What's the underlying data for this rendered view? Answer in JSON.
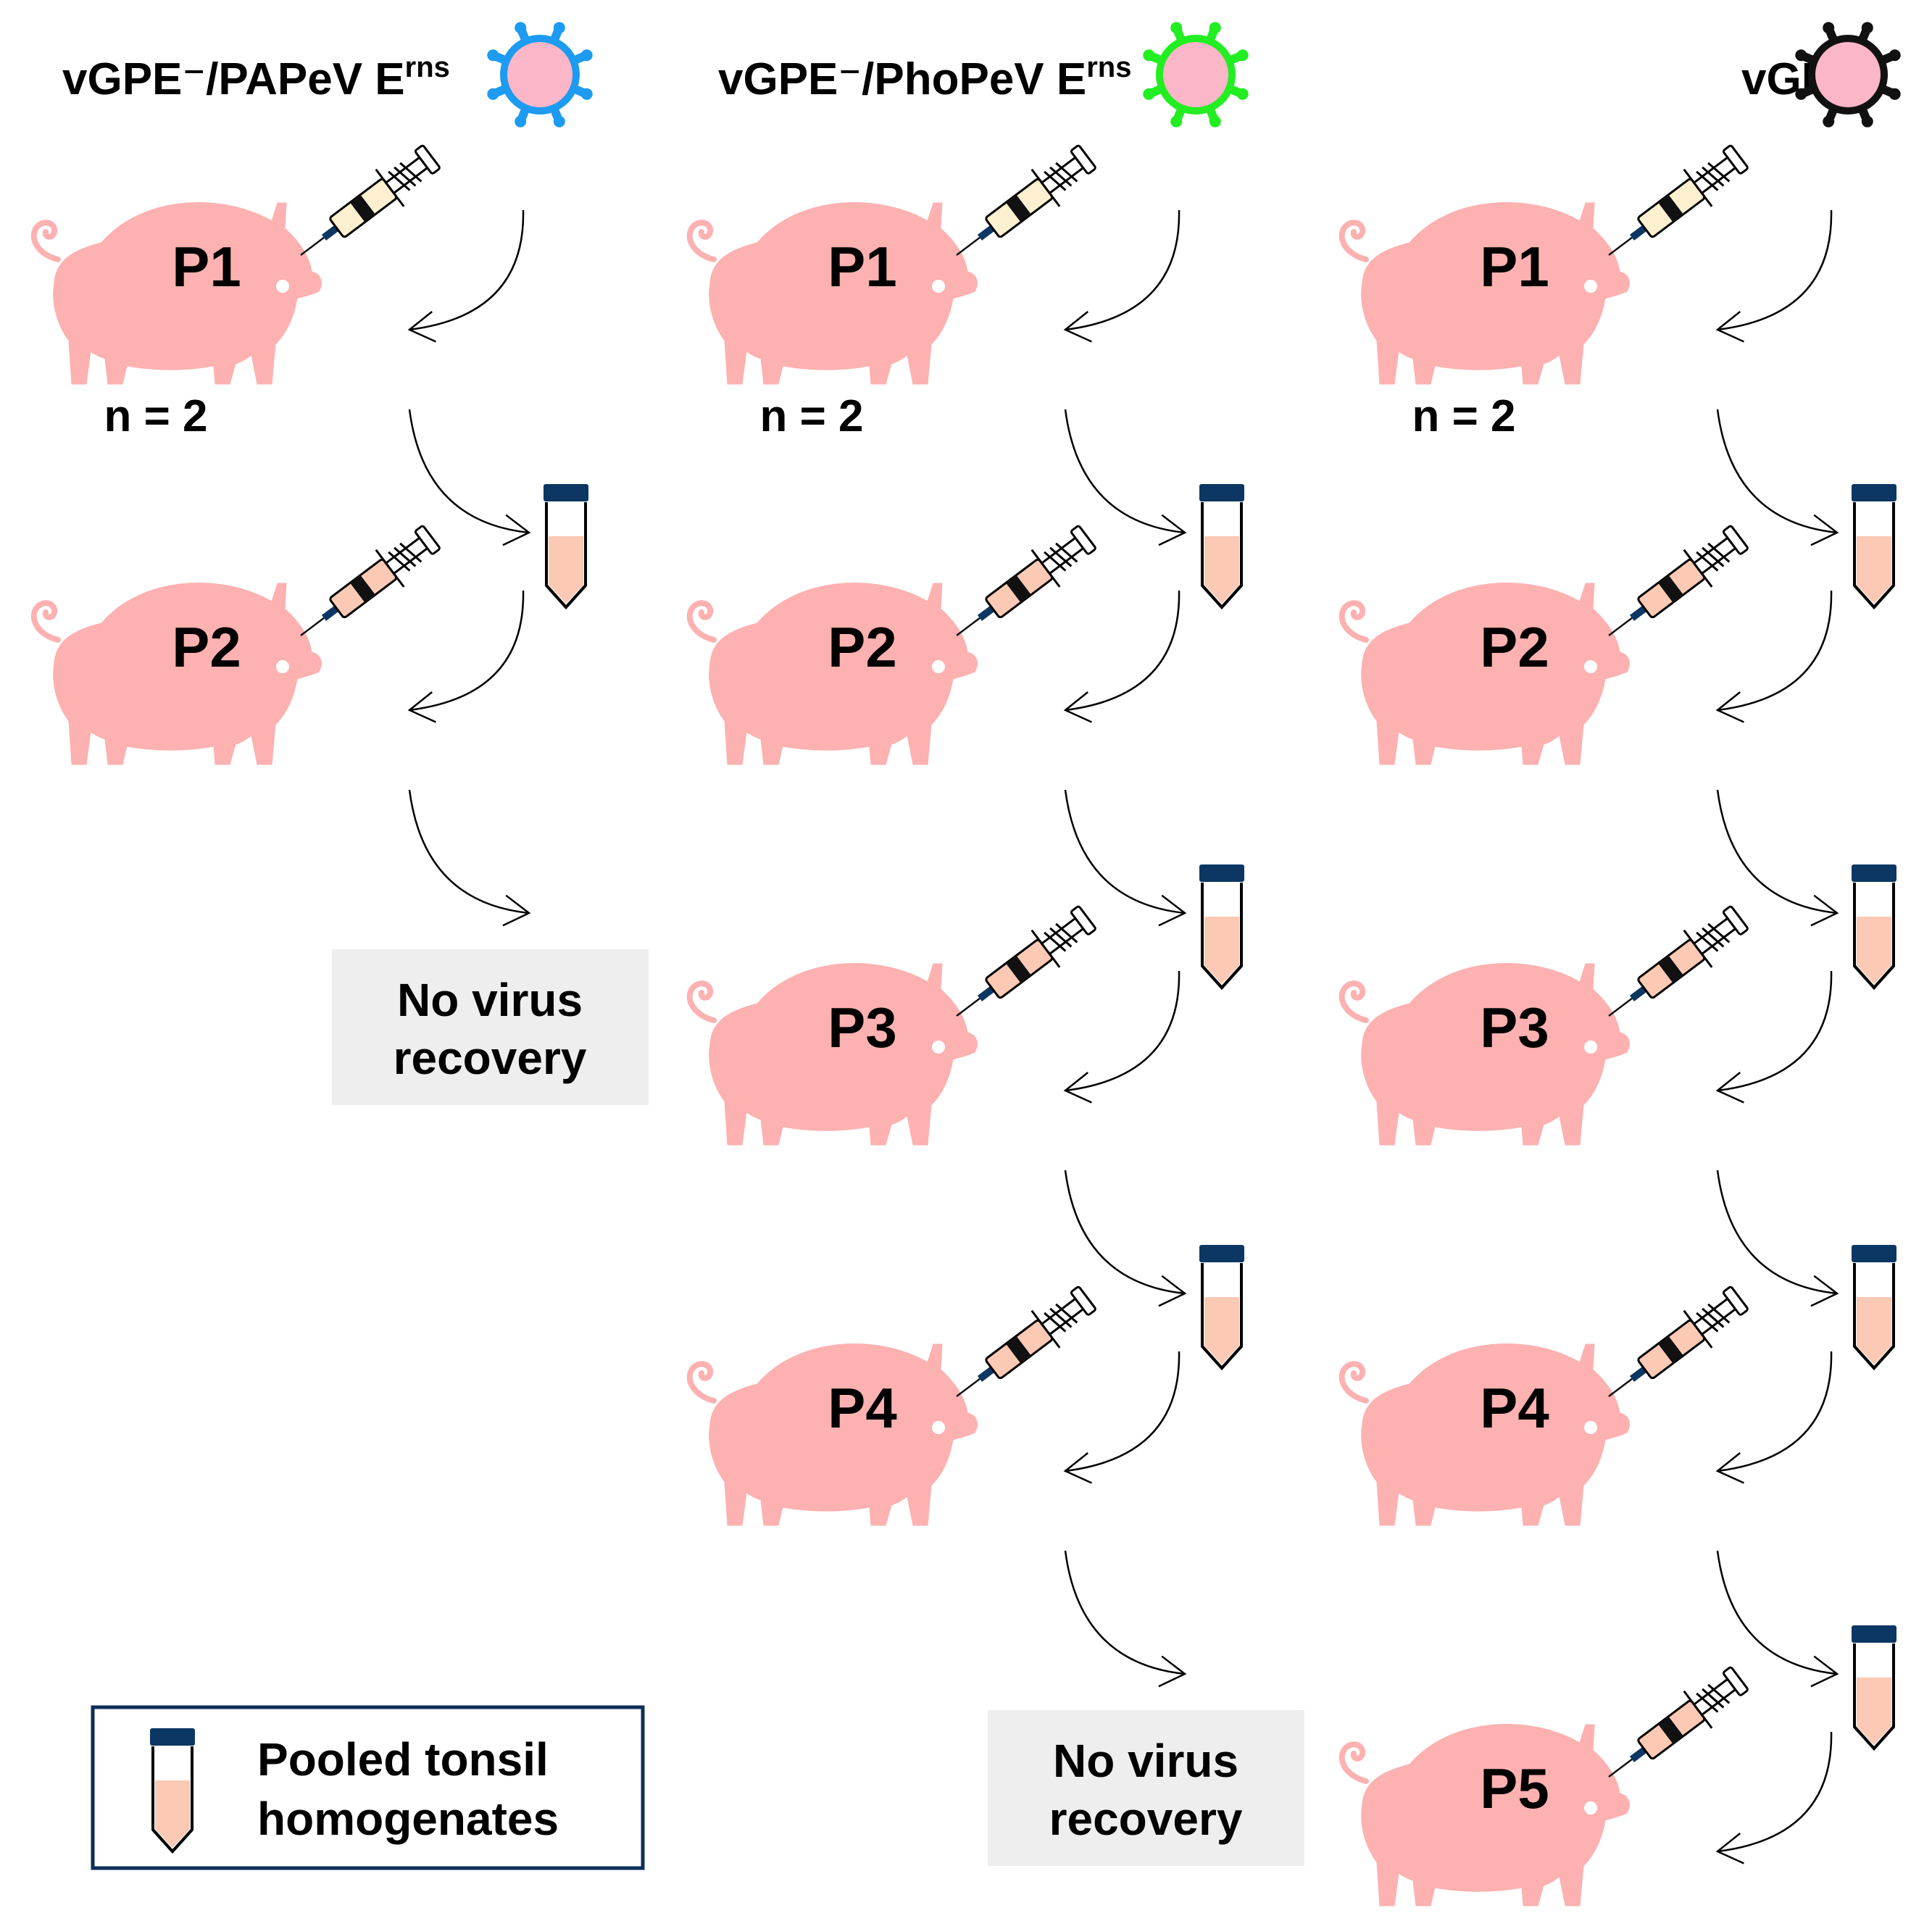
{
  "columns": [
    {
      "header_main": "vGPE⁻/PAPeV E",
      "header_sup": "rns",
      "virion_color": "#1d9bf0",
      "group_size": "n = 2",
      "passages": [
        "P1",
        "P2"
      ],
      "outcome": [
        "No virus",
        "recovery"
      ]
    },
    {
      "header_main": "vGPE⁻/PhoPeV E",
      "header_sup": "rns",
      "virion_color": "#22ee22",
      "group_size": "n = 2",
      "passages": [
        "P1",
        "P2",
        "P3",
        "P4"
      ],
      "outcome": [
        "No virus",
        "recovery"
      ]
    },
    {
      "header_main": "vGPE⁻",
      "header_sup": "",
      "virion_color": "#111111",
      "group_size": "n = 2",
      "passages": [
        "P1",
        "P2",
        "P3",
        "P4",
        "P5"
      ],
      "outcome": null
    }
  ],
  "legend": {
    "lines": [
      "Pooled tonsil",
      "homogenates"
    ]
  },
  "colors": {
    "pig": "#fdb1b1",
    "virion_fill": "#fbb6c8",
    "tube_cap": "#0c3663",
    "tube_liquid": "#fbc9b4",
    "inoculum_first": "#fdf0d0",
    "inoculum_homogenate": "#fbc9b4",
    "outcome_box": "#eeeeee",
    "legend_border": "#0c2f5a"
  }
}
